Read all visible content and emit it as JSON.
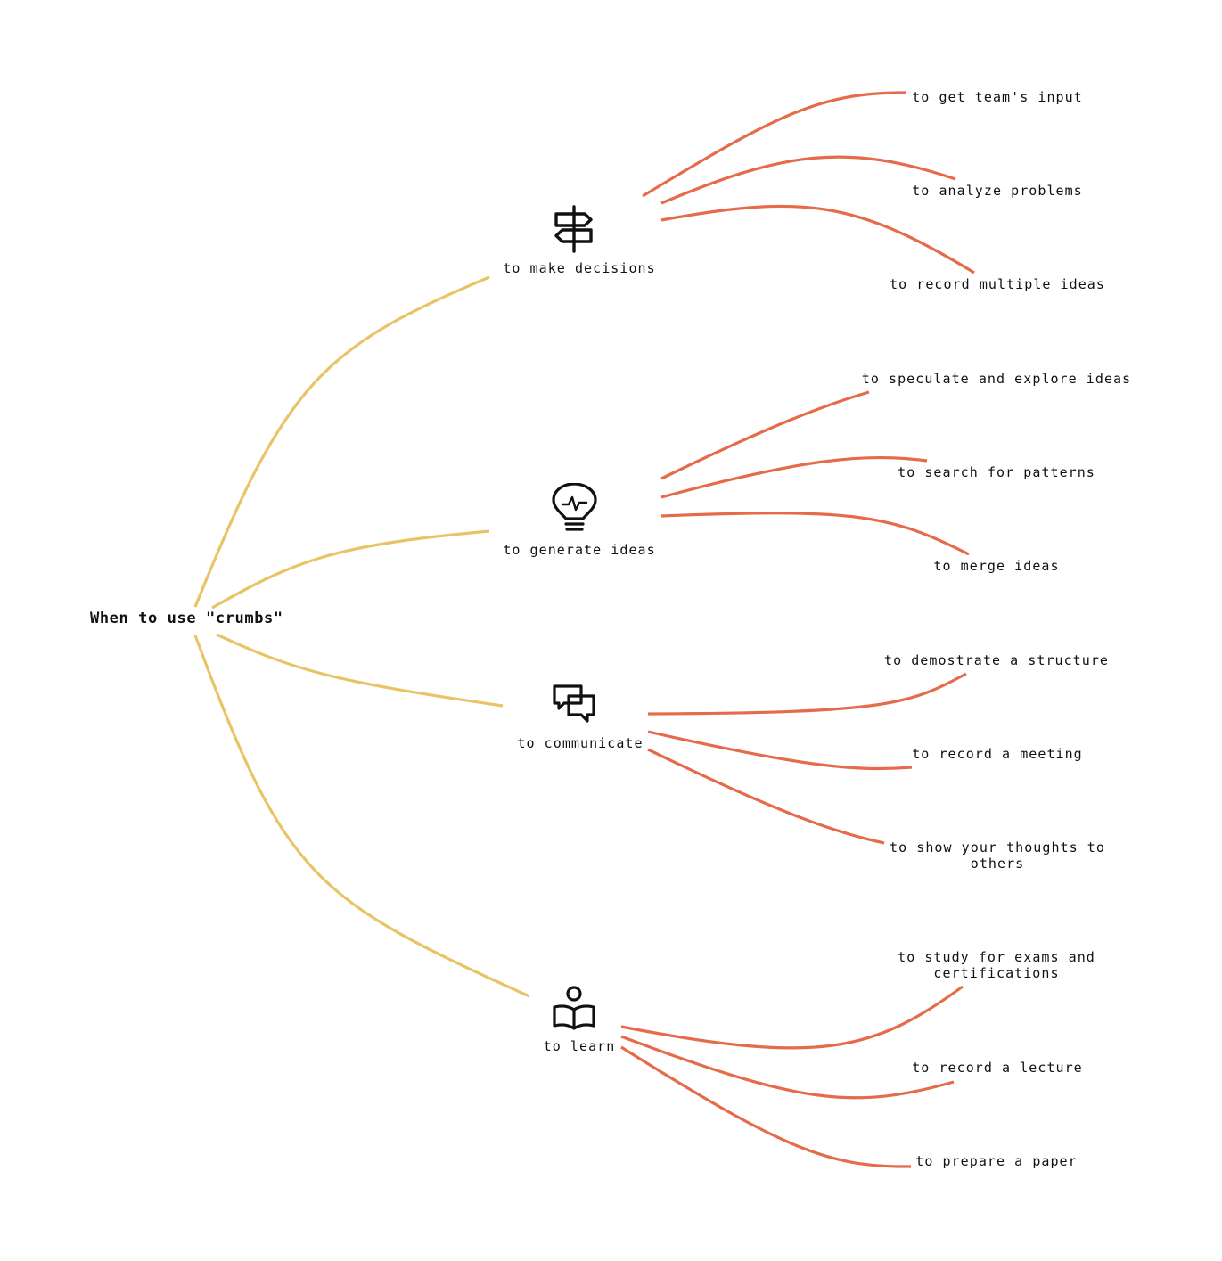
{
  "root": {
    "label": "When to use \"crumbs\""
  },
  "branches": [
    {
      "label": "to make decisions",
      "icon": "signpost-icon",
      "leaves": [
        "to get team's input",
        "to analyze problems",
        "to record multiple ideas"
      ]
    },
    {
      "label": "to generate ideas",
      "icon": "lightbulb-icon",
      "leaves": [
        "to speculate and explore ideas",
        "to search for patterns",
        "to merge ideas"
      ]
    },
    {
      "label": "to communicate",
      "icon": "chat-bubbles-icon",
      "leaves": [
        "to demostrate a structure",
        "to record a meeting",
        "to show your thoughts to others"
      ]
    },
    {
      "label": "to learn",
      "icon": "book-reader-icon",
      "leaves": [
        "to study for exams and certifications",
        "to record a lecture",
        "to prepare a paper"
      ]
    }
  ],
  "colors": {
    "branch_edge": "#e8c466",
    "leaf_edge": "#e56b4b",
    "text": "#111111"
  }
}
